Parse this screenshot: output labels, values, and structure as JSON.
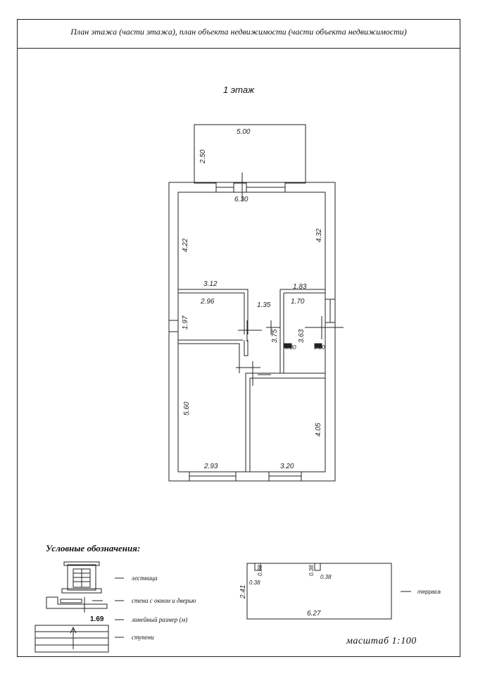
{
  "header": {
    "title": "План этажа (части этажа), план объекта недвижимости (части объекта недвижимости)"
  },
  "floor": {
    "label": "1 этаж"
  },
  "dimensions": {
    "terrace_top_width": "5.00",
    "terrace_top_depth": "2.50",
    "house_width": "6.30",
    "left_wall_upper": "4.22",
    "right_wall_upper": "4.32",
    "room_left_width_outer": "3.12",
    "room_left_width_inner": "2.96",
    "room_left_height": "1.97",
    "corridor_width": "1.35",
    "room_right_width_outer": "1.83",
    "room_right_width_inner": "1.70",
    "corridor_height": "3.75",
    "room_right_height": "3.63",
    "bottom_left_height": "5.60",
    "bottom_right_height": "4.05",
    "bottom_left_width": "2.93",
    "bottom_right_width": "3.20",
    "small_mark_1": "0.80",
    "small_mark_2": "0.80"
  },
  "legend": {
    "title": "Условные обозначения:",
    "stairs": "лестница",
    "wall_window_door": "стена с окном и дверью",
    "linear_dimension_value": "1.69",
    "linear_dimension": "линейный размер (м)",
    "steps": "ступени"
  },
  "terrace_plan": {
    "label": "терраса",
    "height": "2.41",
    "width": "6.27",
    "post_left_w": "0.38",
    "post_left_h": "0.38",
    "post_right_w": "0.38",
    "post_right_h": "0.38"
  },
  "scale": {
    "label": "масштаб 1:100"
  }
}
